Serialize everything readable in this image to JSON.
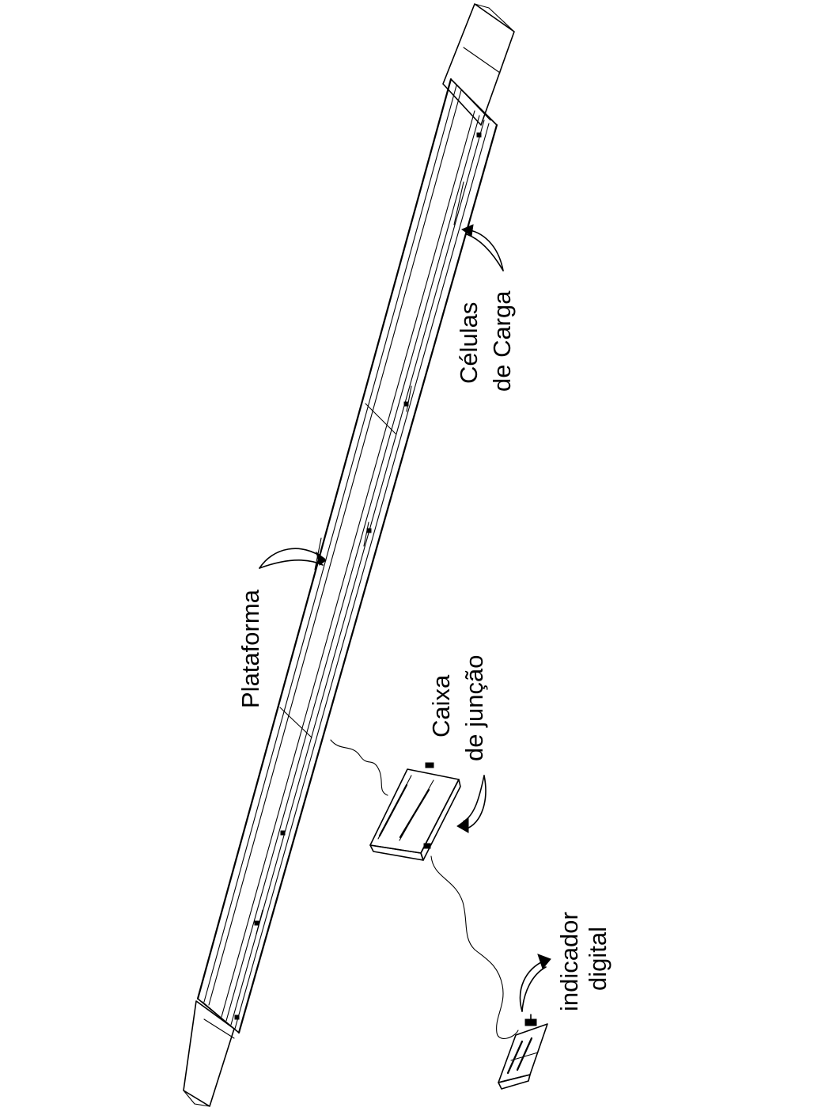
{
  "diagram": {
    "labels": {
      "platform": "Plataforma",
      "load_cells_line1": "Células",
      "load_cells_line2": "de Carga",
      "junction_box_line1": "Caixa",
      "junction_box_line2": "de junção",
      "indicator_line1": "indicador",
      "indicator_line2": "digital"
    },
    "colors": {
      "ink": "#000000",
      "background": "#ffffff"
    }
  }
}
